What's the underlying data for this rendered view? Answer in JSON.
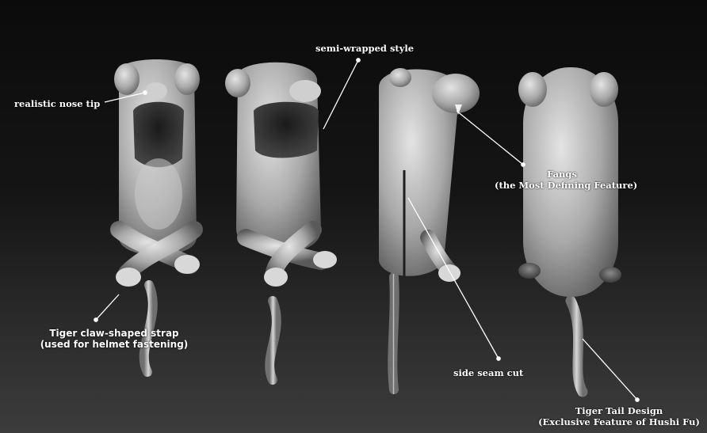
{
  "annotations": {
    "nose_tip": "realistic nose tip",
    "semi_wrapped": "semi-wrapped style",
    "fangs_line1": "Fangs",
    "fangs_line2": "(the Most Defining Feature)",
    "claw_strap_line1": "Tiger claw-shaped strap",
    "claw_strap_line2": "(used for helmet fastening)",
    "side_seam": "side seam cut",
    "tail_line1": "Tiger Tail Design",
    "tail_line2": "(Exclusive Feature of Hushi Fu)"
  },
  "colors": {
    "background_top": "#0b0b0b",
    "background_bottom": "#3c3c3c",
    "model_grey": "#a8a8a8",
    "label_white": "#ffffff"
  }
}
